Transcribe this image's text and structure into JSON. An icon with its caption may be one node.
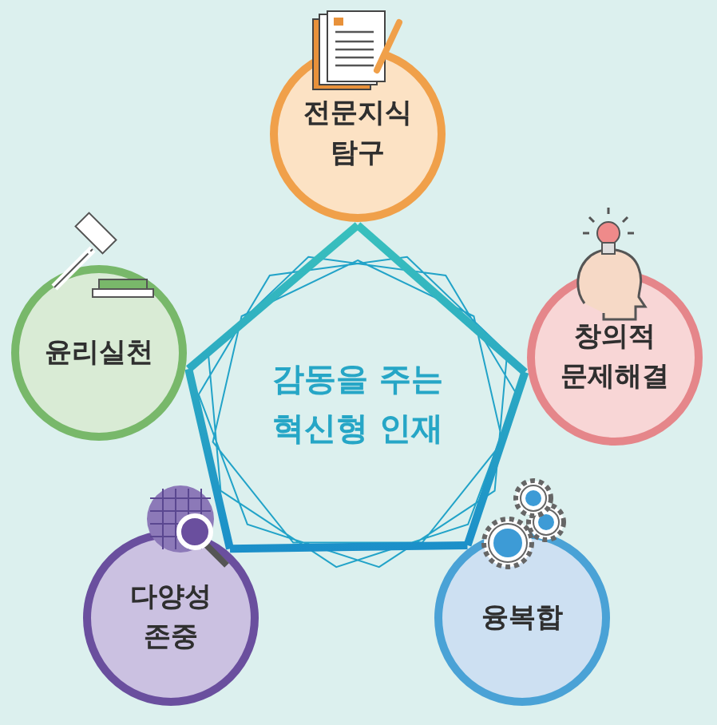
{
  "diagram": {
    "nodes": [
      {
        "text": [
          "전문지식 탐구"
        ]
      },
      {
        "text": [
          "창의적 문제해결"
        ]
      },
      {
        "text": [
          "융복합"
        ]
      },
      {
        "text": [
          "다양성 존중"
        ]
      },
      {
        "text": [
          "윤리실천"
        ]
      }
    ],
    "edges": [
      {
        "from": 0,
        "to": 1,
        "arrow": "none",
        "style": "thick"
      },
      {
        "from": 1,
        "to": 2,
        "arrow": "none",
        "style": "thick"
      },
      {
        "from": 2,
        "to": 3,
        "arrow": "none",
        "style": "thick"
      },
      {
        "from": 3,
        "to": 4,
        "arrow": "none",
        "style": "thick"
      },
      {
        "from": 4,
        "to": 0,
        "arrow": "none",
        "style": "thick"
      }
    ],
    "labels": [
      "감동을 주는 혁신형 인재"
    ]
  }
}
